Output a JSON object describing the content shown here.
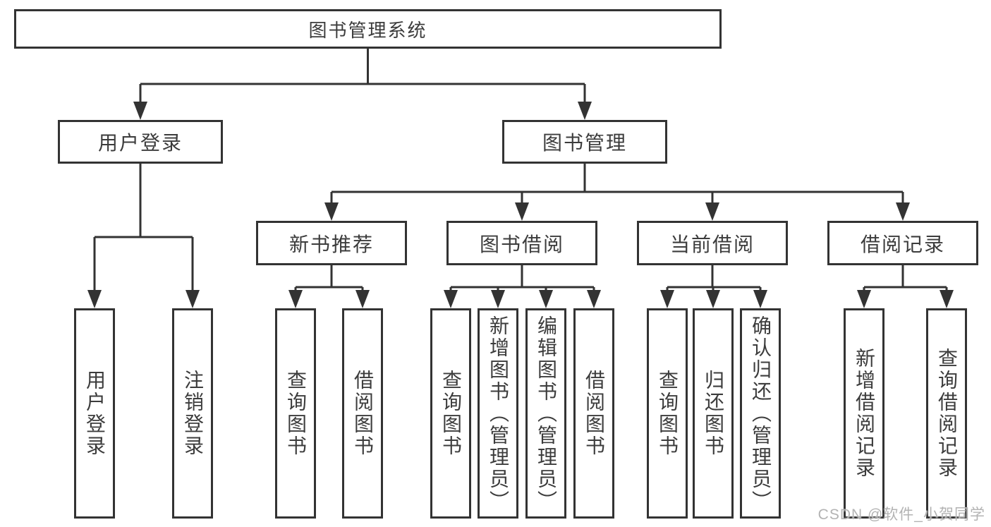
{
  "diagram": {
    "root": {
      "label": "图书管理系统"
    },
    "level2": {
      "user_login": {
        "label": "用户登录"
      },
      "book_mgmt": {
        "label": "图书管理"
      }
    },
    "level3": {
      "new_books": {
        "label": "新书推荐"
      },
      "borrowing": {
        "label": "图书借阅"
      },
      "current": {
        "label": "当前借阅"
      },
      "records": {
        "label": "借阅记录"
      }
    },
    "level4": {
      "user_login": [
        "用户登录",
        "注销登录"
      ],
      "new_books": [
        "查询图书",
        "借阅图书"
      ],
      "borrowing": [
        "查询图书",
        "新增图书（管理员）",
        "编辑图书（管理员）",
        "借阅图书"
      ],
      "current": [
        "查询图书",
        "归还图书",
        "确认归还（管理员）"
      ],
      "records": [
        "新增借阅记录",
        "查询借阅记录"
      ]
    }
  },
  "watermark": {
    "text": "CSDN @软件_小贺同学"
  },
  "colors": {
    "line": "#333333",
    "border": "#333333",
    "text": "#3c3c3c",
    "watermark": "#b3b3b3",
    "background": "#ffffff"
  }
}
